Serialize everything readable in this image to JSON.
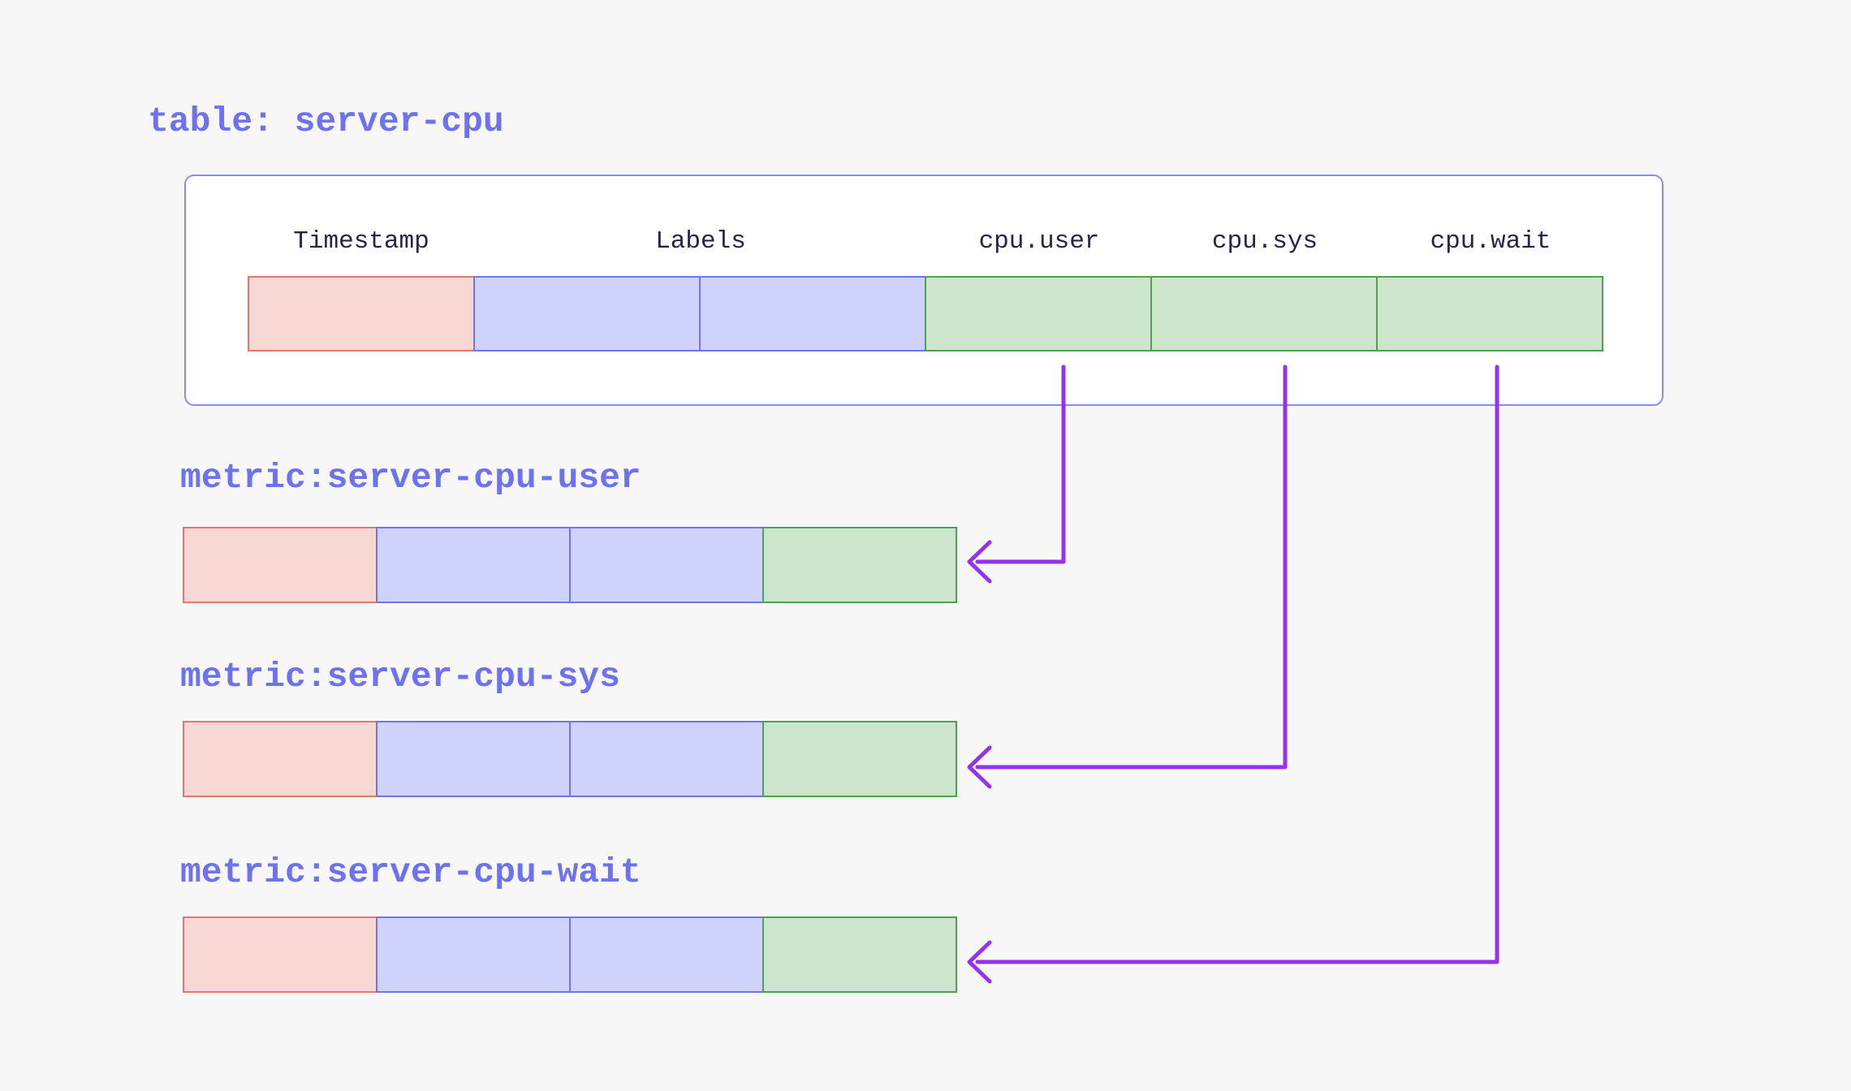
{
  "diagram": {
    "title": "table: server-cpu",
    "table": {
      "columns": [
        {
          "label": "Timestamp",
          "kind": "timestamp",
          "span": 1
        },
        {
          "label": "Labels",
          "kind": "labels",
          "span": 2
        },
        {
          "label": "cpu.user",
          "kind": "field",
          "span": 1
        },
        {
          "label": "cpu.sys",
          "kind": "field",
          "span": 1
        },
        {
          "label": "cpu.wait",
          "kind": "field",
          "span": 1
        }
      ]
    },
    "metrics": [
      {
        "label": "metric:server-cpu-user",
        "from_column": "cpu.user"
      },
      {
        "label": "metric:server-cpu-sys",
        "from_column": "cpu.sys"
      },
      {
        "label": "metric:server-cpu-wait",
        "from_column": "cpu.wait"
      }
    ],
    "arrows": [
      {
        "from": "cpu.user",
        "to": "metric:server-cpu-user"
      },
      {
        "from": "cpu.sys",
        "to": "metric:server-cpu-sys"
      },
      {
        "from": "cpu.wait",
        "to": "metric:server-cpu-wait"
      }
    ]
  },
  "colors": {
    "page_bg": "#f7f7f8",
    "panel_bg": "#ffffff",
    "panel_border": "#888cf2",
    "accent_text": "#6f72ee",
    "header_text": "#2a2248",
    "arrow": "#9632ec",
    "timestamp_fill": "#f8d8d4",
    "timestamp_border": "#e1776e",
    "labels_fill": "#cfd2fa",
    "labels_border": "#6f74ef",
    "field_fill": "#cde5cc",
    "field_border": "#4ba350"
  }
}
